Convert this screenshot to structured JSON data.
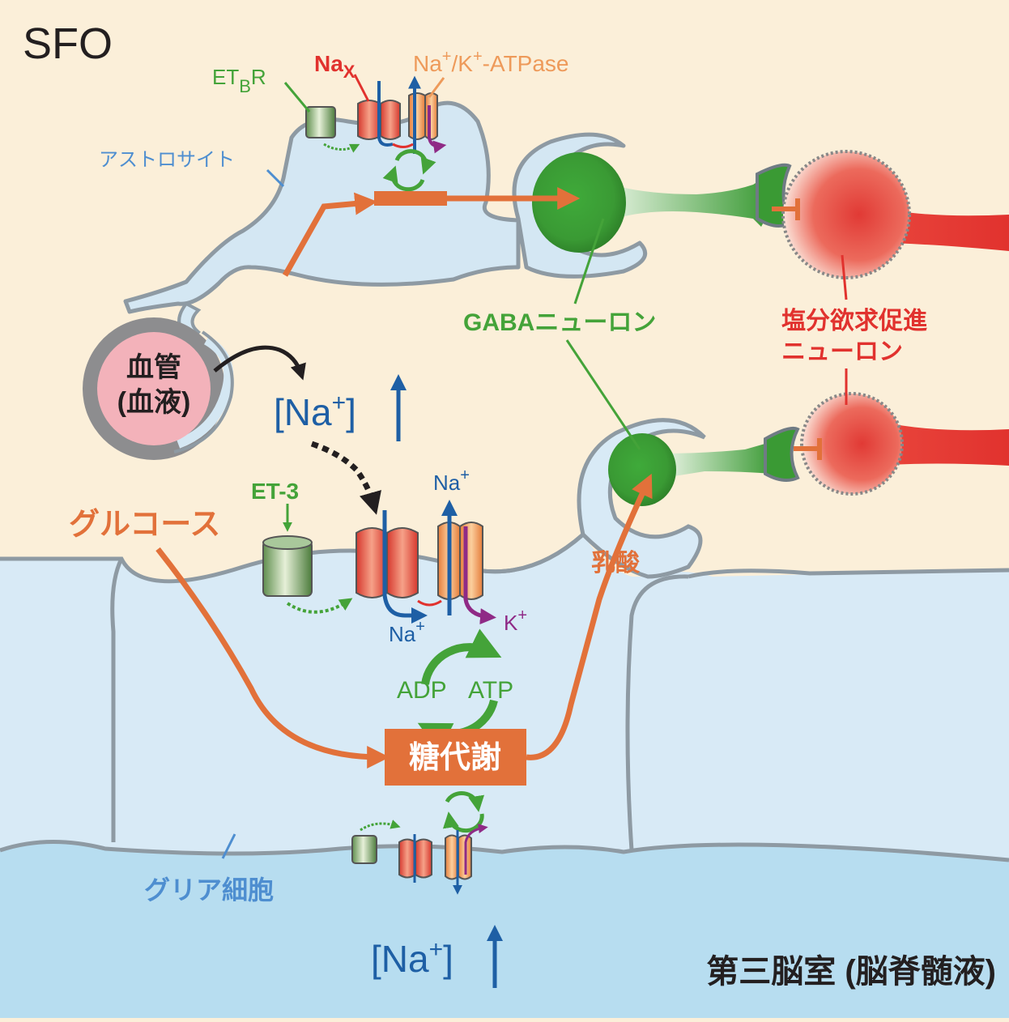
{
  "labels": {
    "region": "SFO",
    "etbr_main": "ET",
    "etbr_sub": "B",
    "etbr_tail": "R",
    "nax_main": "Na",
    "nax_sub": "X",
    "atpase_na": "Na",
    "atpase_plus1": "+",
    "atpase_mid": "/K",
    "atpase_plus2": "+",
    "atpase_tail": "-ATPase",
    "astrocyte": "アストロサイト",
    "gaba_neuron": "GABAニューロン",
    "salt_neuron_line1": "塩分欲求促進",
    "salt_neuron_line2": "ニューロン",
    "blood_vessel_line1": "血管",
    "blood_vessel_line2": "(血液)",
    "na_conc_open": "[Na",
    "na_conc_plus": "+",
    "na_conc_close": "]",
    "et3": "ET-3",
    "glucose": "グルコース",
    "na_top": "Na",
    "na_top_plus": "+",
    "na_bottom": "Na",
    "na_bottom_plus": "+",
    "k_ion": "K",
    "k_ion_plus": "+",
    "adp": "ADP",
    "atp": "ATP",
    "glycolysis": "糖代謝",
    "lactate": "乳酸",
    "glial_cell": "グリア細胞",
    "na_conc2_open": "[Na",
    "na_conc2_plus": "+",
    "na_conc2_close": "]",
    "third_ventricle": "第三脳室 (脳脊髄液)"
  },
  "colors": {
    "background": "#fbefd9",
    "cell_fill": "#d4e7f3",
    "csf_fill": "#b7ddf0",
    "membrane": "#8e9aa3",
    "orange": "#e2713a",
    "green": "#44a339",
    "blue": "#1e5fa5",
    "red": "#e1322e",
    "purple": "#8f2a86",
    "light_blue_text": "#4e8ed0",
    "atpase_orange": "#ee9a5a"
  }
}
